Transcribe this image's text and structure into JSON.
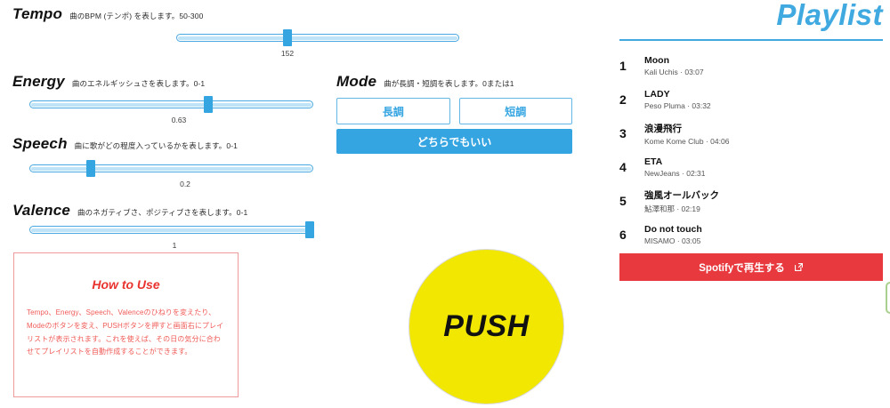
{
  "params": [
    {
      "key": "tempo",
      "title": "Tempo",
      "desc": "曲のBPM (テンポ) を表します。50-300",
      "value": "152"
    },
    {
      "key": "energy",
      "title": "Energy",
      "desc": "曲のエネルギッシュさを表します。0-1",
      "value": "0.63"
    },
    {
      "key": "speech",
      "title": "Speech",
      "desc": "曲に歌がどの程度入っているかを表します。0-1",
      "value": "0.2"
    },
    {
      "key": "valence",
      "title": "Valence",
      "desc": "曲のネガティブさ、ポジティブさを表します。0-1",
      "value": "1"
    }
  ],
  "mode": {
    "title": "Mode",
    "desc": "曲が長調・短調を表します。0または1",
    "major_label": "長調",
    "minor_label": "短調",
    "any_label": "どちらでもいい",
    "selected": "any"
  },
  "howto": {
    "title": "How to Use",
    "body": "Tempo、Energy、Speech、Valenceのひねりを変えたり、Modeのボタンを変え、PUSHボタンを押すと画面右にプレイリストが表示されます。これを使えば、その日の気分に合わせてプレイリストを自動作成することができます。"
  },
  "push": {
    "label": "PUSH"
  },
  "playlist": {
    "title": "Playlist",
    "tracks": [
      {
        "num": "1",
        "name": "Moon",
        "meta": "Kali Uchis · 03:07"
      },
      {
        "num": "2",
        "name": "LADY",
        "meta": "Peso Pluma · 03:32"
      },
      {
        "num": "3",
        "name": "浪漫飛行",
        "meta": "Kome Kome Club · 04:06"
      },
      {
        "num": "4",
        "name": "ETA",
        "meta": "NewJeans · 02:31"
      },
      {
        "num": "5",
        "name": "強風オールバック",
        "meta": "鮎澤和那 · 02:19"
      },
      {
        "num": "6",
        "name": "Do not touch",
        "meta": "MISAMO · 03:05"
      }
    ],
    "spotify_label": "Spotifyで再生する",
    "spotify_icon": "external-link-icon"
  },
  "colors": {
    "accent_blue": "#35a5e2",
    "push_yellow": "#f2e700",
    "spotify_red": "#e8393f",
    "howto_red": "#e8332f",
    "green_tab": "#a9d08e"
  }
}
